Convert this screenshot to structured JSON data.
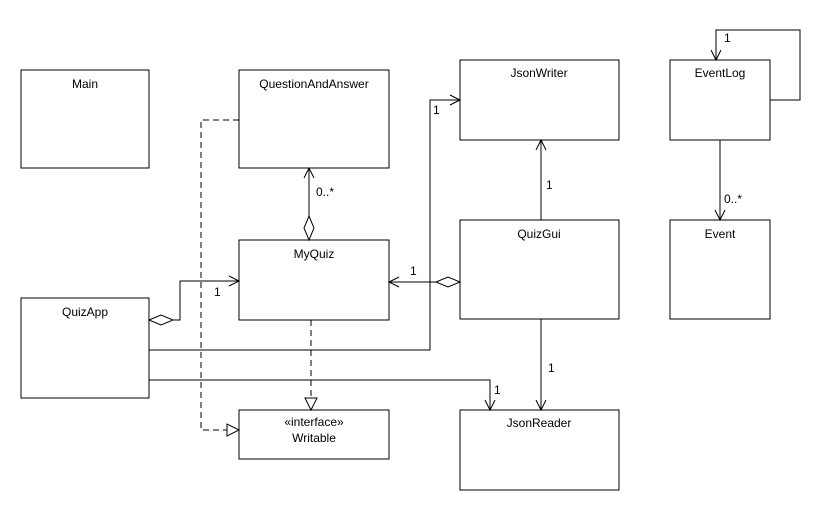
{
  "classes": {
    "main": "Main",
    "question_and_answer": "QuestionAndAnswer",
    "json_writer": "JsonWriter",
    "event_log": "EventLog",
    "my_quiz": "MyQuiz",
    "quiz_gui": "QuizGui",
    "event": "Event",
    "quiz_app": "QuizApp",
    "writable": {
      "stereotype": "«interface»",
      "name": "Writable"
    },
    "json_reader": "JsonReader"
  },
  "multiplicities": {
    "event_log_self": "1",
    "event_log_to_event": "0..*",
    "my_quiz_to_question_and_answer": "0..*",
    "quiz_gui_to_json_writer": "1",
    "quiz_gui_to_my_quiz": "1",
    "quiz_app_to_my_quiz": "1",
    "quiz_app_to_json_writer": "1",
    "quiz_app_to_json_reader": "1",
    "quiz_gui_to_json_reader": "1"
  }
}
